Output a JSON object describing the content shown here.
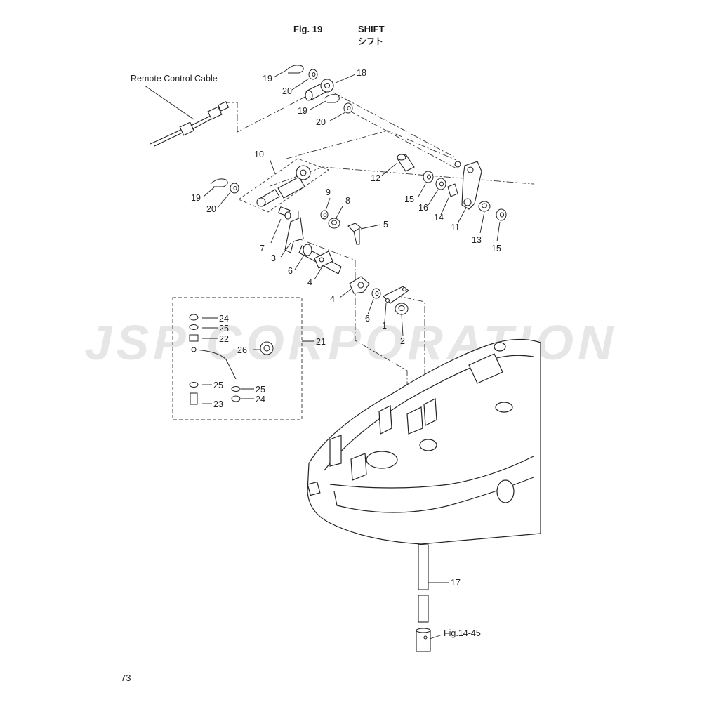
{
  "header": {
    "fig_label": "Fig. 19",
    "title": "SHIFT",
    "title_jp": "シフト"
  },
  "watermark": {
    "text": "JSP CORPORATION"
  },
  "page_number": "73",
  "callouts": {
    "remote_cable": "Remote Control Cable",
    "fig_ref": "Fig.14-45",
    "n1": "1",
    "n2": "2",
    "n3": "3",
    "n4a": "4",
    "n4b": "4",
    "n5": "5",
    "n6a": "6",
    "n6b": "6",
    "n7": "7",
    "n8": "8",
    "n9": "9",
    "n10": "10",
    "n11": "11",
    "n12": "12",
    "n13": "13",
    "n14": "14",
    "n15a": "15",
    "n15b": "15",
    "n16": "16",
    "n17": "17",
    "n18": "18",
    "n19a": "19",
    "n19b": "19",
    "n19c": "19",
    "n20a": "20",
    "n20b": "20",
    "n20c": "20",
    "n21": "21",
    "n22": "22",
    "n23": "23",
    "n24a": "24",
    "n24b": "24",
    "n25a": "25",
    "n25b": "25",
    "n25c": "25",
    "n26": "26"
  }
}
